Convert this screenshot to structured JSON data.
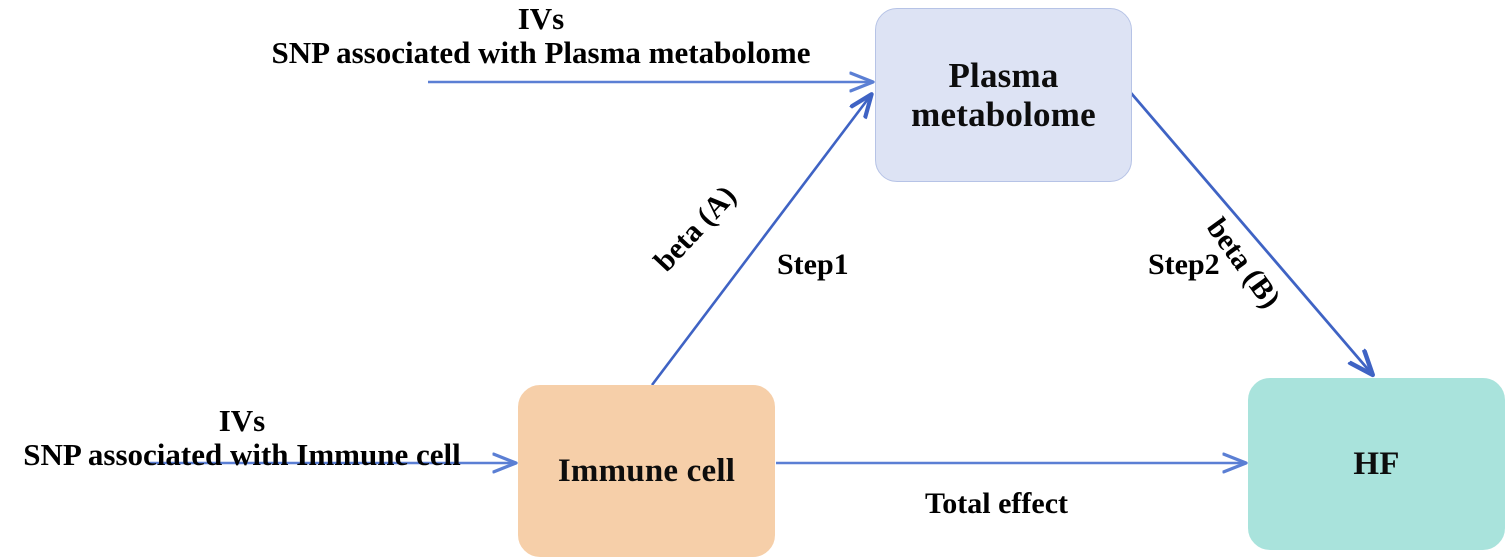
{
  "diagram": {
    "title": "Mendelian randomization mediation framework",
    "background_color": "#ffffff",
    "arrow_color": "#5b7fd4"
  },
  "nodes": {
    "plasma": {
      "label": "Plasma\nmetabolome",
      "line1": "Plasma",
      "line2": "metabolome",
      "fill_color": "#dde3f4",
      "border_color": "#b6c3e6"
    },
    "immune": {
      "label": "Immune cell",
      "fill_color": "#f6cfa9",
      "border_color": "#f6cfa9"
    },
    "hf": {
      "label": "HF",
      "fill_color": "#a9e3dc",
      "border_color": "#a9e3dc"
    }
  },
  "captions": {
    "iv_plasma": {
      "line1": "IVs",
      "line2": "SNP associated with Plasma metabolome"
    },
    "iv_immune": {
      "line1": "IVs",
      "line2": "SNP associated with Immune cell"
    },
    "step1": "Step1",
    "step2": "Step2",
    "beta_a": "beta (A)",
    "beta_b": "beta (B)",
    "total_effect": "Total effect"
  },
  "edges": [
    {
      "name": "iv-to-plasma",
      "from": "IVs SNP associated with Plasma metabolome",
      "to": "Plasma metabolome",
      "label": "",
      "style": "straight-horizontal"
    },
    {
      "name": "iv-to-immune",
      "from": "IVs SNP associated with Immune cell",
      "to": "Immune cell",
      "label": "",
      "style": "straight-horizontal"
    },
    {
      "name": "immune-to-plasma",
      "from": "Immune cell",
      "to": "Plasma metabolome",
      "label": "beta (A)",
      "step": "Step1",
      "style": "diagonal-up-right"
    },
    {
      "name": "plasma-to-hf",
      "from": "Plasma metabolome",
      "to": "HF",
      "label": "beta (B)",
      "step": "Step2",
      "style": "diagonal-down-right"
    },
    {
      "name": "immune-to-hf",
      "from": "Immune cell",
      "to": "HF",
      "label": "Total effect",
      "style": "straight-horizontal"
    }
  ]
}
